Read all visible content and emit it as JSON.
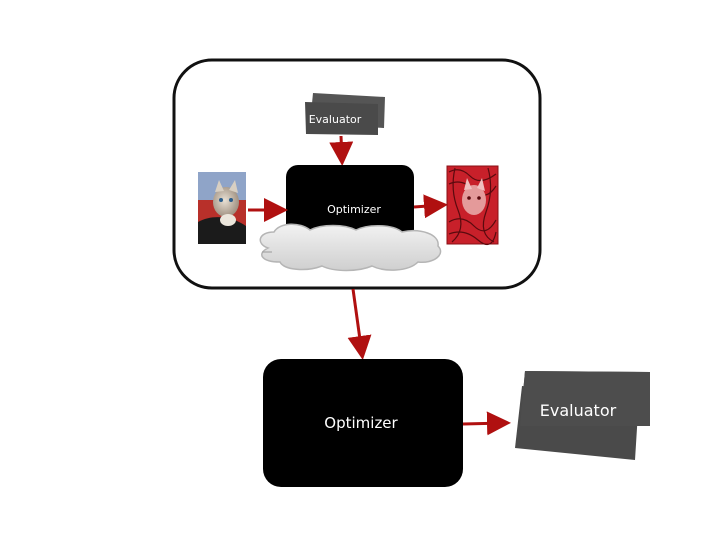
{
  "top_panel": {
    "evaluator_label": "Evaluator",
    "optimizer_label": "Optimizer",
    "input_image": "cat-photo",
    "output_image": "cat-photo-red-adversarial"
  },
  "bottom_panel": {
    "optimizer_label": "Optimizer",
    "evaluator_label": "Evaluator"
  },
  "colors": {
    "arrow": "#b01010",
    "box": "#000000",
    "card": "#4a4a4a",
    "card_back": "#555555",
    "panel_border": "#111111"
  }
}
